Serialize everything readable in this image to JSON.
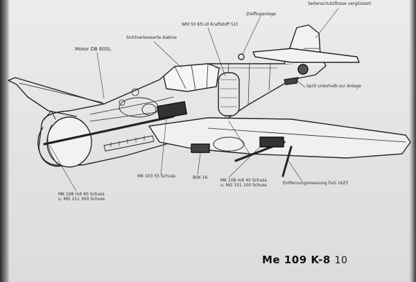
{
  "labels": {
    "heck": "Seitenschutzflosse verglüssert",
    "ziel": "Zielfluganlage",
    "kraftstoff": "WM 50 Kfz-dl Kraftstoff 51t",
    "haube": "Sichtverbesserte Kabine",
    "motor": "Motor DB 605L",
    "sprit": "Sprit unterhalb zur Anlage",
    "mk108_motor_l1": "MK 108 mit 60 Schuss",
    "mk108_motor_l2": "u. MG 151 300 Schuss",
    "mk103": "MK 103 55 Schuss",
    "bsk": "BSK 16",
    "mk108_fl_l1": "MK 108 mit 40 Schuss",
    "mk108_fl_l2": "u. MG 151 100 Schuss",
    "funk": "Entfernungsmessung FuG 16ZY"
  },
  "title": {
    "main": "Me 109 K-8",
    "number": "10"
  }
}
